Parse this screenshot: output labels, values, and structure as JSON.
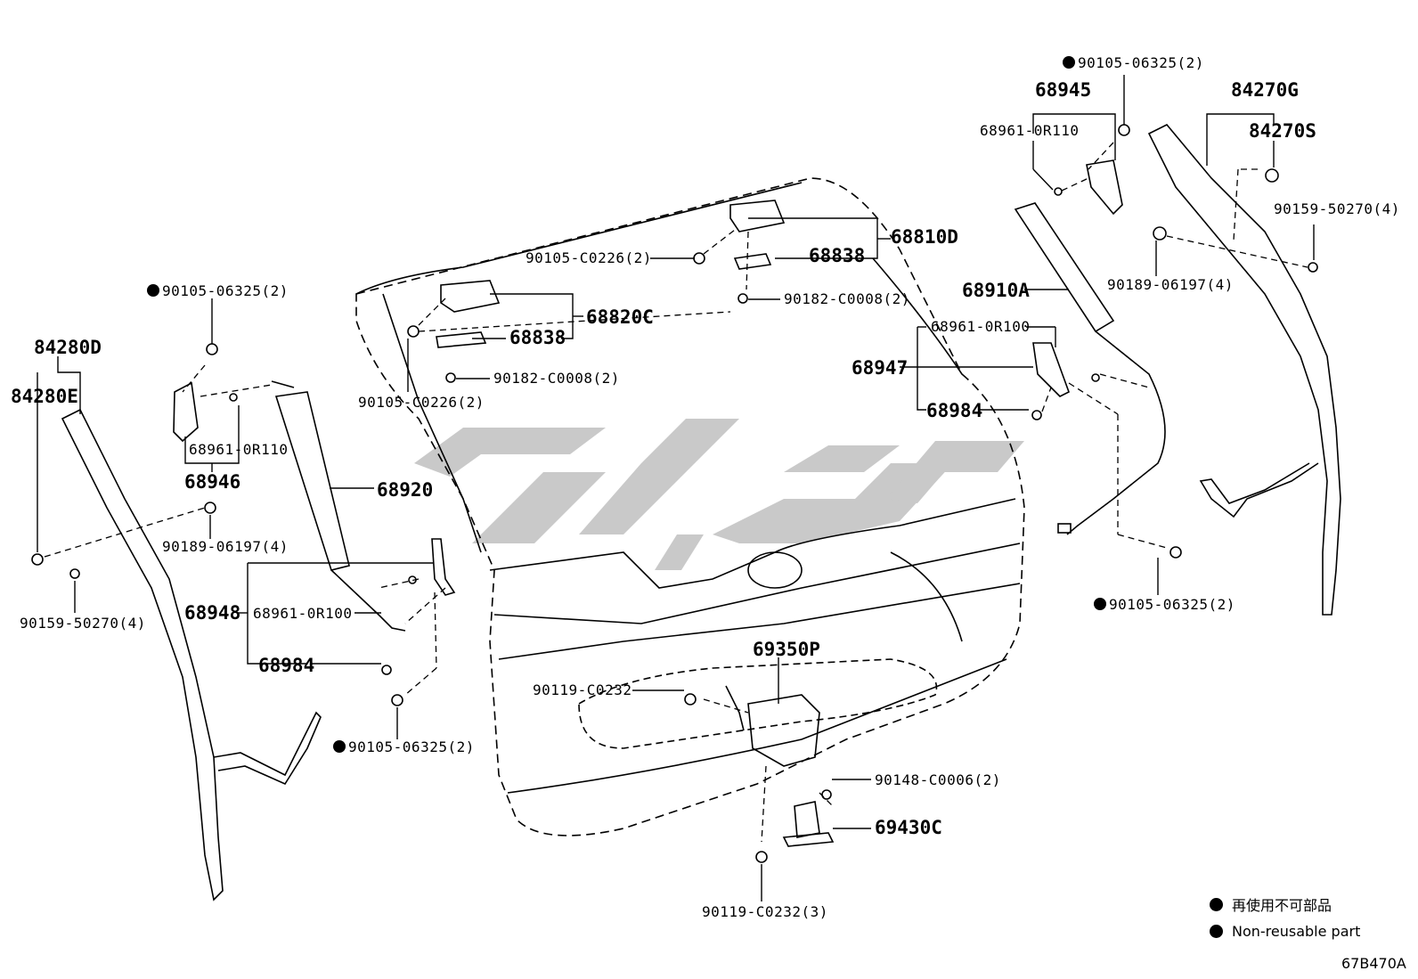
{
  "labels": {
    "p90105_06325_top": "90105-06325(2)",
    "p68945": "68945",
    "p68961_0r110_right": "68961-0R110",
    "p84270g": "84270G",
    "p84270s": "84270S",
    "p90159_50270_right": "90159-50270(4)",
    "p68810d": "68810D",
    "p90105_c0226_top": "90105-C0226(2)",
    "p68838_top": "68838",
    "p90182_c0008_right": "90182-C0008(2)",
    "p90189_06197_right": "90189-06197(4)",
    "p68910a": "68910A",
    "p68961_0r100_right": "68961-0R100",
    "p68947": "68947",
    "p68984_right": "68984",
    "p90105_06325_left_top": "90105-06325(2)",
    "p84280d": "84280D",
    "p84280e": "84280E",
    "p68820c": "68820C",
    "p68838_left": "68838",
    "p90182_c0008_left": "90182-C0008(2)",
    "p90105_c0226_left": "90105-C0226(2)",
    "p68961_0r110_left": "68961-0R110",
    "p68946": "68946",
    "p68920": "68920",
    "p90189_06197_left": "90189-06197(4)",
    "p90159_50270_left": "90159-50270(4)",
    "p68948": "68948",
    "p68961_0r100_left": "68961-0R100",
    "p68984_left": "68984",
    "p90105_06325_bottom_left": "90105-06325(2)",
    "p90105_06325_right_bottom": "90105-06325(2)",
    "p69350p": "69350P",
    "p90119_c0232": "90119-C0232",
    "p90148_c0006": "90148-C0006(2)",
    "p69430c": "69430C",
    "p90119_c0232_3": "90119-C0232(3)"
  },
  "legend": {
    "japanese": "再使用不可部品",
    "english": "Non-reusable part"
  },
  "figure_code": "67B470A",
  "colors": {
    "line": "#000000",
    "watermark": "#c8c8c8"
  }
}
